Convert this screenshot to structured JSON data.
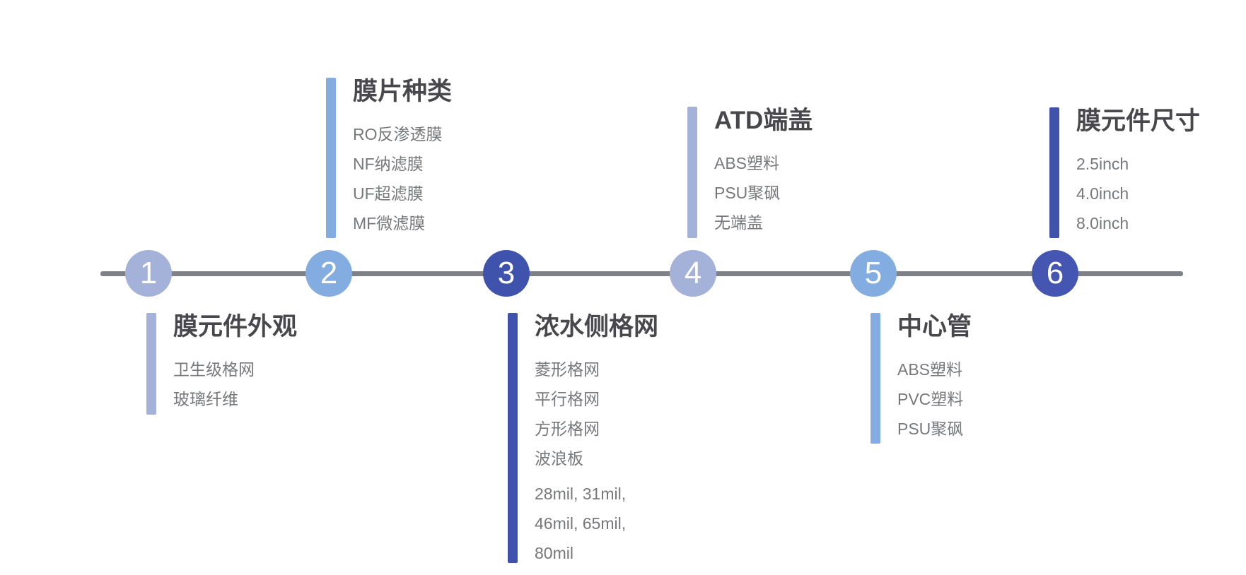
{
  "palette": {
    "axis_gray": "#7E8185",
    "periwinkle": "#A4B1D8",
    "light_blue": "#83ACE0",
    "dark_blue": "#4053AC",
    "dark_blue_bright": "#4456B1",
    "title_text": "#48484C",
    "item_text": "#77787B",
    "node_number_text": "#FFFFFF"
  },
  "nodes": [
    {
      "number": "1",
      "color": "#A4B1D8"
    },
    {
      "number": "2",
      "color": "#83ACE0"
    },
    {
      "number": "3",
      "color": "#4053AC"
    },
    {
      "number": "4",
      "color": "#A4B1D8"
    },
    {
      "number": "5",
      "color": "#83ACE0"
    },
    {
      "number": "6",
      "color": "#4456B1"
    }
  ],
  "sections": [
    {
      "title": "膜元件外观",
      "position": "below-node-1",
      "bar_color": "#A4B1D8",
      "items": [
        "卫生级格网",
        "玻璃纤维"
      ]
    },
    {
      "title": "膜片种类",
      "position": "above-node-2",
      "bar_color": "#83ACE0",
      "items": [
        "RO反渗透膜",
        "NF纳滤膜",
        "UF超滤膜",
        "MF微滤膜"
      ]
    },
    {
      "title": "浓水侧格网",
      "position": "below-node-3",
      "bar_color": "#4053AC",
      "items": [
        "菱形格网",
        "平行格网",
        "方形格网",
        "波浪板",
        "28mil, 31mil,",
        "46mil, 65mil,",
        "80mil"
      ]
    },
    {
      "title": "ATD端盖",
      "position": "above-node-4",
      "bar_color": "#A4B1D8",
      "items": [
        "ABS塑料",
        "PSU聚砜",
        "无端盖"
      ]
    },
    {
      "title": "中心管",
      "position": "below-node-5",
      "bar_color": "#83ACE0",
      "items": [
        "ABS塑料",
        "PVC塑料",
        "PSU聚砜"
      ]
    },
    {
      "title": "膜元件尺寸",
      "position": "above-node-6",
      "bar_color": "#4053AC",
      "items": [
        "2.5inch",
        "4.0inch",
        "8.0inch"
      ]
    }
  ]
}
